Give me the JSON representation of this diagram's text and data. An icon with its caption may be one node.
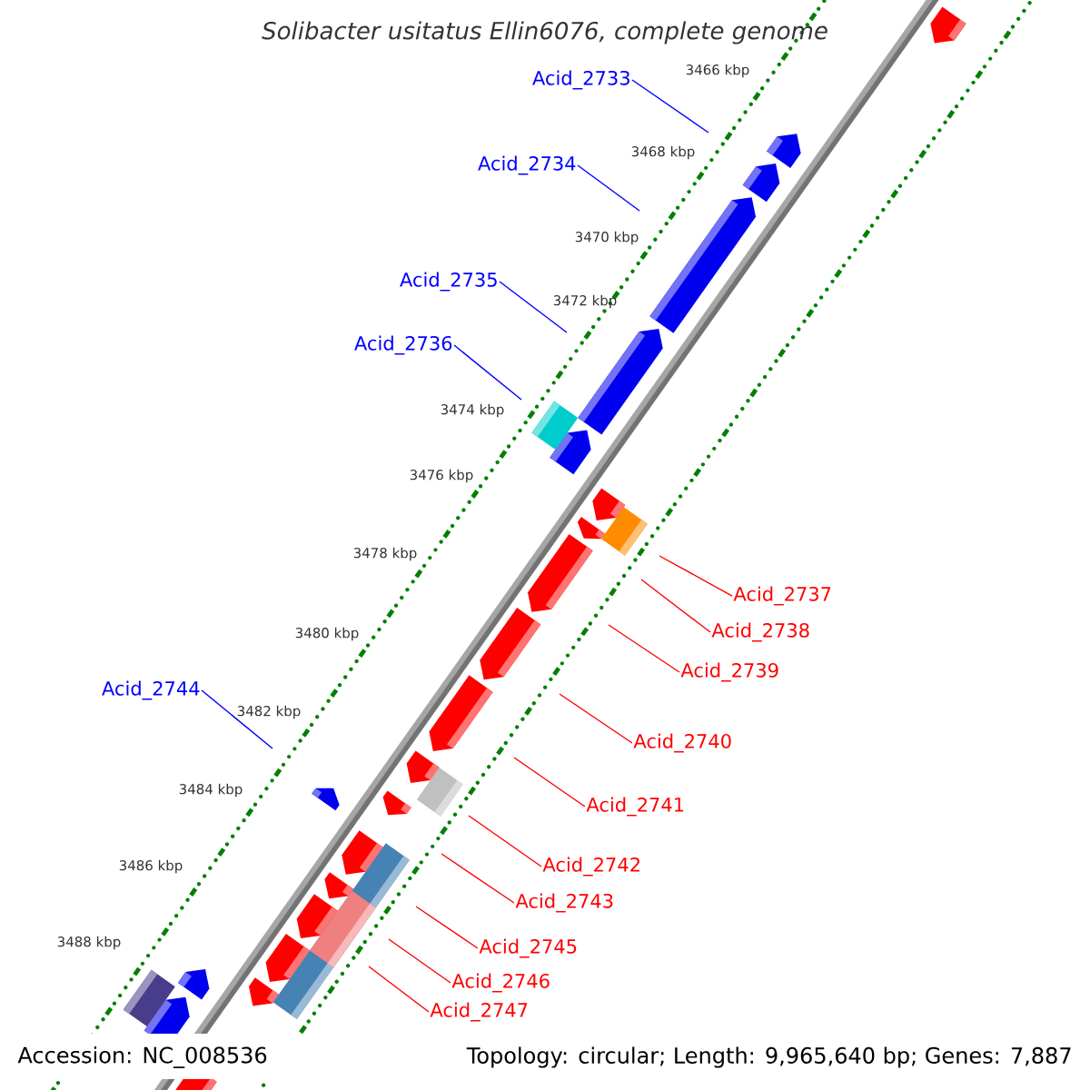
{
  "diagram": {
    "title": "Solibacter usitatus Ellin6076, complete genome",
    "nodes": [
      {
        "text": [
          "Acid_2733"
        ]
      },
      {
        "text": [
          "Acid_2734"
        ]
      },
      {
        "text": [
          "Acid_2735"
        ]
      },
      {
        "text": [
          "Acid_2736"
        ]
      },
      {
        "text": [
          "Acid_2737"
        ]
      },
      {
        "text": [
          "Acid_2738"
        ]
      },
      {
        "text": [
          "Acid_2739"
        ]
      },
      {
        "text": [
          "Acid_2744"
        ]
      },
      {
        "text": [
          "Acid_2740"
        ]
      },
      {
        "text": [
          "Acid_2741"
        ]
      },
      {
        "text": [
          "Acid_2742"
        ]
      },
      {
        "text": [
          "Acid_2743"
        ]
      },
      {
        "text": [
          "Acid_2745"
        ]
      },
      {
        "text": [
          "Acid_2746"
        ]
      },
      {
        "text": [
          "Acid_2747"
        ]
      }
    ],
    "edges": [
      {
        "from": 0,
        "to": null,
        "arrow": "none",
        "color": "#0000ff"
      },
      {
        "from": 1,
        "to": null,
        "arrow": "none",
        "color": "#0000ff"
      },
      {
        "from": 2,
        "to": null,
        "arrow": "none",
        "color": "#0000ff"
      },
      {
        "from": 3,
        "to": null,
        "arrow": "none",
        "color": "#0000ff"
      },
      {
        "from": 4,
        "to": null,
        "arrow": "none"
      },
      {
        "from": 5,
        "to": null,
        "arrow": "none"
      },
      {
        "from": 6,
        "to": null,
        "arrow": "none"
      },
      {
        "from": 7,
        "to": null,
        "arrow": "none",
        "color": "#0000ff"
      },
      {
        "from": 8,
        "to": null,
        "arrow": "none"
      },
      {
        "from": 9,
        "to": null,
        "arrow": "none"
      },
      {
        "from": 10,
        "to": null,
        "arrow": "none"
      },
      {
        "from": 11,
        "to": null,
        "arrow": "none"
      },
      {
        "from": 12,
        "to": null,
        "arrow": "none"
      },
      {
        "from": 13,
        "to": null,
        "arrow": "none"
      },
      {
        "from": 14,
        "to": null,
        "arrow": "none"
      }
    ],
    "labels": [
      "3466 kbp",
      "3468 kbp",
      "3470 kbp",
      "3472 kbp",
      "3474 kbp",
      "3476 kbp",
      "3478 kbp",
      "3480 kbp",
      "3482 kbp",
      "3484 kbp",
      "3486 kbp",
      "3488 kbp",
      "Accession: NC_008536",
      "Topology: circular; Length: 9,965,640 bp; Genes: 7,887"
    ]
  }
}
